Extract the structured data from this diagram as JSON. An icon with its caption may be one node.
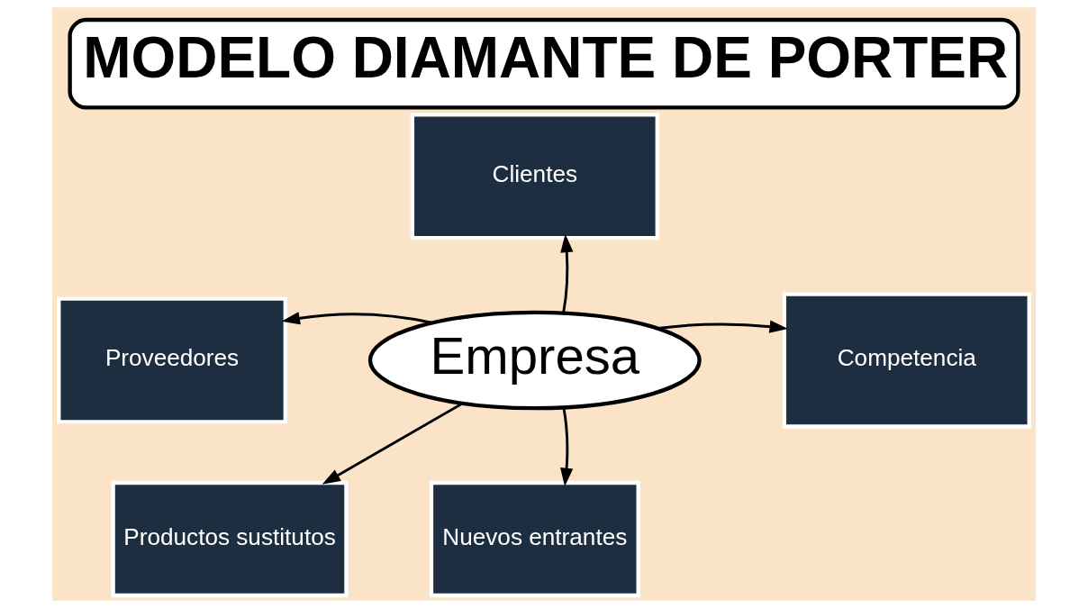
{
  "diagram": {
    "title": "MODELO DIAMANTE DE PORTER",
    "nodes": [
      {
        "text": [
          "Clientes"
        ]
      },
      {
        "text": [
          "Proveedores"
        ]
      },
      {
        "text": [
          "Empresa"
        ]
      },
      {
        "text": [
          "Competencia"
        ]
      },
      {
        "text": [
          "Productos sustitutos"
        ]
      },
      {
        "text": [
          "Nuevos entrantes"
        ]
      }
    ],
    "edges": [
      {
        "from": 2,
        "to": 0,
        "arrow": "to"
      },
      {
        "from": 2,
        "to": 1,
        "arrow": "to"
      },
      {
        "from": 2,
        "to": 3,
        "arrow": "to"
      },
      {
        "from": 2,
        "to": 4,
        "arrow": "to"
      },
      {
        "from": 2,
        "to": 5,
        "arrow": "to"
      }
    ]
  }
}
